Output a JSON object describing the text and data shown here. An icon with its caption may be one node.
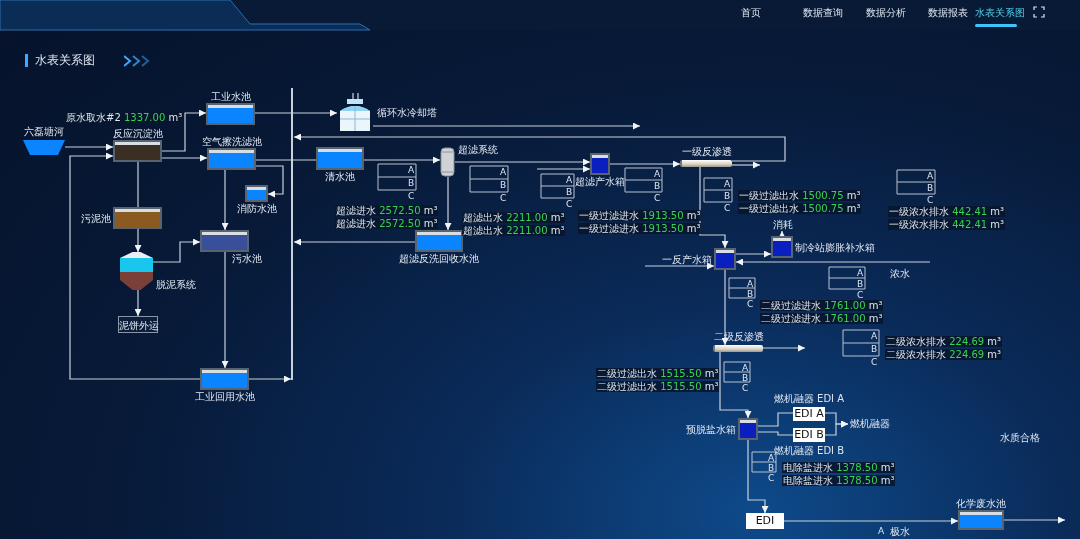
{
  "diagram": {
    "title": "水表关系图",
    "nodes": [
      {
        "text": [
          "六磊塘河"
        ]
      },
      {
        "text": [
          "反应沉淀池"
        ]
      },
      {
        "text": [
          "工业水池"
        ]
      },
      {
        "text": [
          "循环水冷却塔"
        ]
      },
      {
        "text": [
          "空气擦洗滤池"
        ]
      },
      {
        "text": [
          "消防水池"
        ]
      },
      {
        "text": [
          "污泥池"
        ]
      },
      {
        "text": [
          "污水池"
        ]
      },
      {
        "text": [
          "脱泥系统"
        ]
      },
      {
        "text": [
          "泥饼外运"
        ]
      },
      {
        "text": [
          "工业回用水池"
        ]
      },
      {
        "text": [
          "清水池"
        ]
      },
      {
        "text": [
          "超滤系统"
        ]
      },
      {
        "text": [
          "超滤反洗回收水池"
        ]
      },
      {
        "text": [
          "超滤产水箱"
        ]
      },
      {
        "text": [
          "一级反渗透"
        ]
      },
      {
        "text": [
          "消耗"
        ]
      },
      {
        "text": [
          "制冷站膨胀补水箱"
        ]
      },
      {
        "text": [
          "一反产水箱"
        ]
      },
      {
        "text": [
          "二级反渗透"
        ]
      },
      {
        "text": [
          "预脱盐水箱"
        ]
      },
      {
        "text": [
          "EDI A"
        ],
        "beside": [
          "燃机融器 EDI A"
        ]
      },
      {
        "text": [
          "EDI B"
        ],
        "beside": [
          "燃机融器 EDI B"
        ]
      },
      {
        "text": [
          "燃机融器"
        ]
      },
      {
        "text": [
          "EDI"
        ]
      },
      {
        "text": [
          "化学废水池"
        ]
      },
      {
        "text": [],
        "shape": "bar"
      }
    ],
    "edges": [
      {
        "from": 0,
        "to": 1,
        "arrow": "to"
      },
      {
        "from": 1,
        "to": 2,
        "arrow": "to"
      },
      {
        "from": 1,
        "to": 4,
        "arrow": "to"
      },
      {
        "from": 1,
        "to": 6,
        "arrow": "none"
      },
      {
        "from": 6,
        "to": 8,
        "arrow": "to"
      },
      {
        "from": 8,
        "to": 9,
        "arrow": "to"
      },
      {
        "from": 8,
        "to": 7,
        "arrow": "to"
      },
      {
        "from": 4,
        "to": 7,
        "arrow": "to"
      },
      {
        "from": 4,
        "to": 5,
        "arrow": "to"
      },
      {
        "from": 7,
        "to": 10,
        "arrow": "to"
      },
      {
        "from": 10,
        "to": 1,
        "arrow": "to"
      },
      {
        "from": 10,
        "to": 26,
        "arrow": "to"
      },
      {
        "from": 2,
        "to": 3,
        "arrow": "to"
      },
      {
        "from": 3,
        "to": null,
        "arrow": "to"
      },
      {
        "from": 4,
        "to": 11,
        "arrow": "none"
      },
      {
        "from": 11,
        "to": 12,
        "arrow": "to"
      },
      {
        "from": 12,
        "to": 13,
        "arrow": "to"
      },
      {
        "from": 13,
        "to": 26,
        "arrow": "to"
      },
      {
        "from": 12,
        "to": 14,
        "arrow": "to"
      },
      {
        "from": 14,
        "to": 15,
        "arrow": "to"
      },
      {
        "from": 15,
        "to": null,
        "arrow": "to"
      },
      {
        "from": 15,
        "to": 26,
        "arrow": "to"
      },
      {
        "from": 15,
        "to": 18,
        "arrow": "to"
      },
      {
        "from": 18,
        "to": 17,
        "arrow": "to"
      },
      {
        "from": 17,
        "to": 16,
        "arrow": "to"
      },
      {
        "from": 18,
        "to": 19,
        "arrow": "to"
      },
      {
        "from": 19,
        "to": 20,
        "arrow": "to"
      },
      {
        "from": 20,
        "to": 21,
        "arrow": "none"
      },
      {
        "from": 20,
        "to": 22,
        "arrow": "none"
      },
      {
        "from": 21,
        "to": 23,
        "arrow": "to"
      },
      {
        "from": 22,
        "to": 23,
        "arrow": "to"
      },
      {
        "from": 20,
        "to": 24,
        "arrow": "to"
      },
      {
        "from": 24,
        "to": 25,
        "arrow": "to"
      },
      {
        "from": 25,
        "to": null,
        "arrow": "to"
      },
      {
        "from": 19,
        "to": null,
        "arrow": "to"
      },
      {
        "from": null,
        "to": 18,
        "arrow": "to"
      },
      {
        "from": null,
        "to": 18,
        "arrow": "to"
      },
      {
        "from": null,
        "to": 14,
        "arrow": "to"
      }
    ],
    "labels": [
      "首页",
      "数据查询",
      "数据分析",
      "数据报表",
      "水表关系图",
      "原水取水#2 1337.00 m³",
      "A",
      "B",
      "C",
      "超滤进水 2572.50 m³",
      "超滤进水 2572.50 m³",
      "A",
      "B",
      "C",
      "超滤出水 2211.00 m³",
      "超滤出水 2211.00 m³",
      "A",
      "B",
      "C",
      "A",
      "B",
      "C",
      "一级过滤进水 1913.50 m³",
      "一级过滤进水 1913.50 m³",
      "A",
      "B",
      "C",
      "一级过滤出水 1500.75 m³",
      "一级过滤出水 1500.75 m³",
      "A",
      "B",
      "C",
      "一级浓水排水 442.41 m³",
      "一级浓水排水 442.41 m³",
      "A",
      "B",
      "C",
      "二级过滤进水 1761.00 m³",
      "二级过滤进水 1761.00 m³",
      "A",
      "B",
      "C",
      "浓水",
      "A",
      "B",
      "C",
      "二级浓水排水 224.69 m³",
      "二级浓水排水 224.69 m³",
      "A",
      "B",
      "C",
      "二级过滤出水 1515.50 m³",
      "二级过滤出水 1515.50 m³",
      "A",
      "B",
      "C",
      "电除盐进水 1378.50 m³",
      "电除盐进水 1378.50 m³",
      "A",
      "极水",
      "水质合格"
    ]
  }
}
